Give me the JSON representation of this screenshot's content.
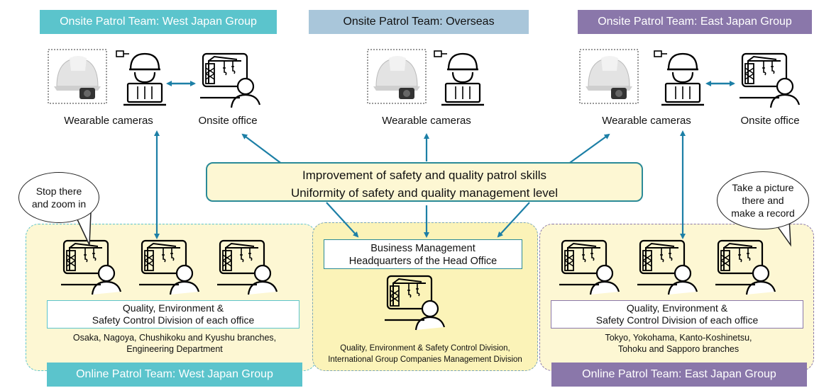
{
  "colors": {
    "west": "#5bc4cc",
    "overseas": "#a9c6da",
    "east": "#8a77aa",
    "arrow": "#1c7fa6",
    "yellow": "#fdf7d3",
    "center_box_border": "#2a8a97"
  },
  "headers": {
    "west_top": "Onsite Patrol Team: West Japan Group",
    "overseas_top": "Onsite Patrol Team: Overseas",
    "east_top": "Onsite Patrol Team: East Japan Group",
    "west_bottom": "Online Patrol Team: West Japan Group",
    "east_bottom": "Online Patrol Team: East Japan Group"
  },
  "labels": {
    "west_cameras": "Wearable cameras",
    "west_office": "Onsite office",
    "overseas_cameras": "Wearable cameras",
    "east_cameras": "Wearable cameras",
    "east_office": "Onsite office"
  },
  "center": {
    "line1": "Improvement of safety and quality patrol skills",
    "line2": "Uniformity of safety and quality management level"
  },
  "hq": {
    "line1": "Business Management",
    "line2": "Headquarters of the Head Office",
    "sub1": "Quality, Environment & Safety Control Division,",
    "sub2": "International Group Companies Management Division"
  },
  "west_division": {
    "line1": "Quality, Environment &",
    "line2": "Safety Control Division of each office",
    "branches1": "Osaka, Nagoya, Chushikoku and Kyushu branches,",
    "branches2": "Engineering Department"
  },
  "east_division": {
    "line1": "Quality, Environment &",
    "line2": "Safety Control Division of each office",
    "branches1": "Tokyo, Yokohama, Kanto-Koshinetsu,",
    "branches2": "Tohoku and Sapporo branches"
  },
  "bubbles": {
    "west_line1": "Stop there",
    "west_line2": "and zoom in",
    "east_line1": "Take a picture",
    "east_line2": "there and",
    "east_line3": "make a record"
  },
  "icons": [
    "helmet-camera-icon",
    "worker-laptop-icon",
    "crane-monitor-person-icon",
    "double-arrow-icon"
  ]
}
